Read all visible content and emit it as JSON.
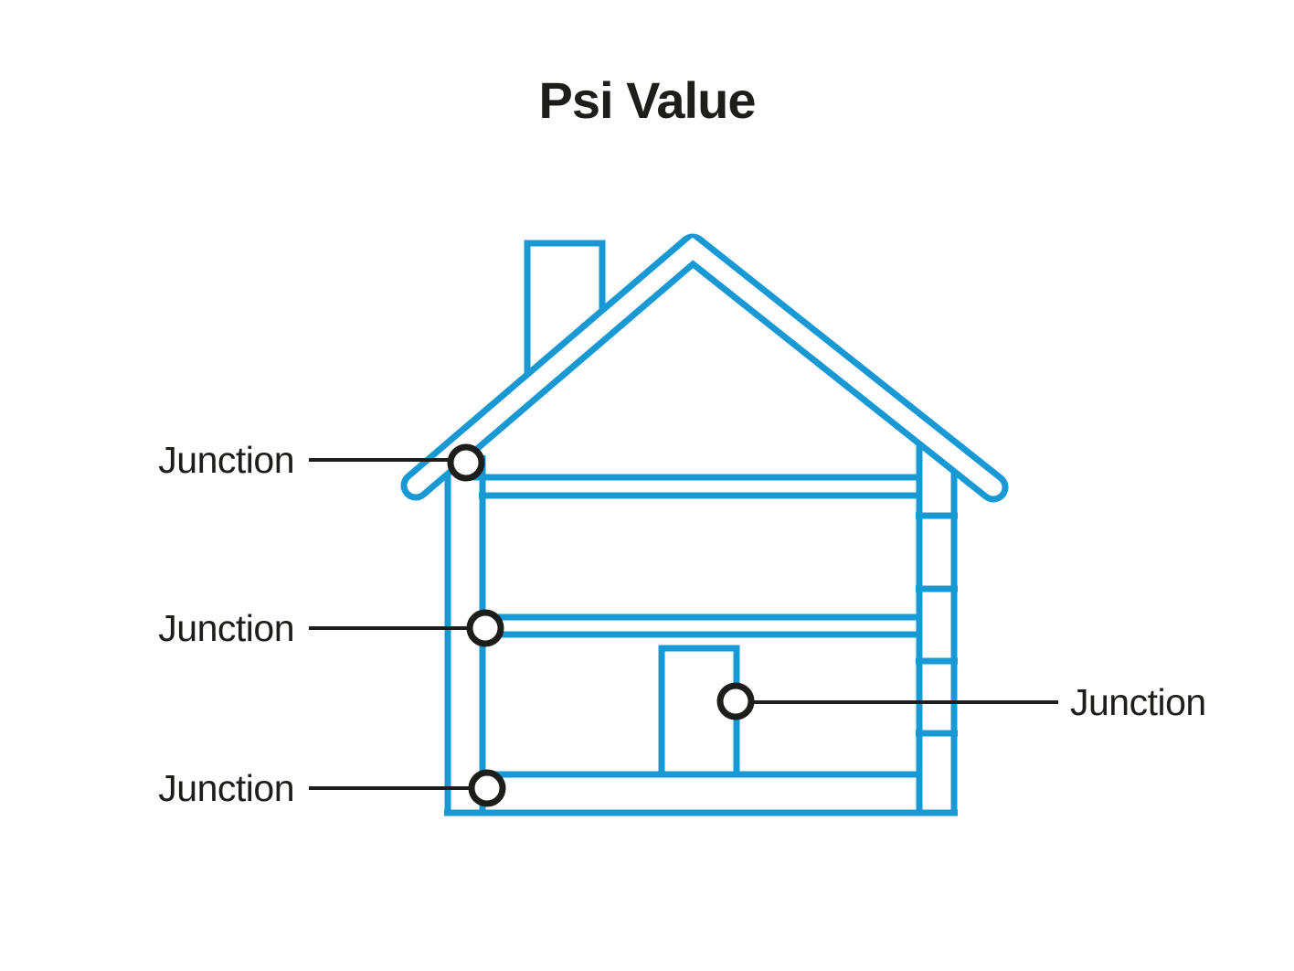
{
  "title": "Psi Value",
  "colors": {
    "line_blue": "#1899d4",
    "ink": "#1d1d1b",
    "bg": "#ffffff"
  },
  "diagram": {
    "type": "house-cross-section-thermal-junctions",
    "junction_labels": [
      {
        "text": "Junction",
        "side": "left",
        "target": "roof-eave-wall-junction"
      },
      {
        "text": "Junction",
        "side": "left",
        "target": "intermediate-floor-wall-junction"
      },
      {
        "text": "Junction",
        "side": "left",
        "target": "ground-floor-wall-junction"
      },
      {
        "text": "Junction",
        "side": "right",
        "target": "door-frame-junction"
      }
    ]
  }
}
